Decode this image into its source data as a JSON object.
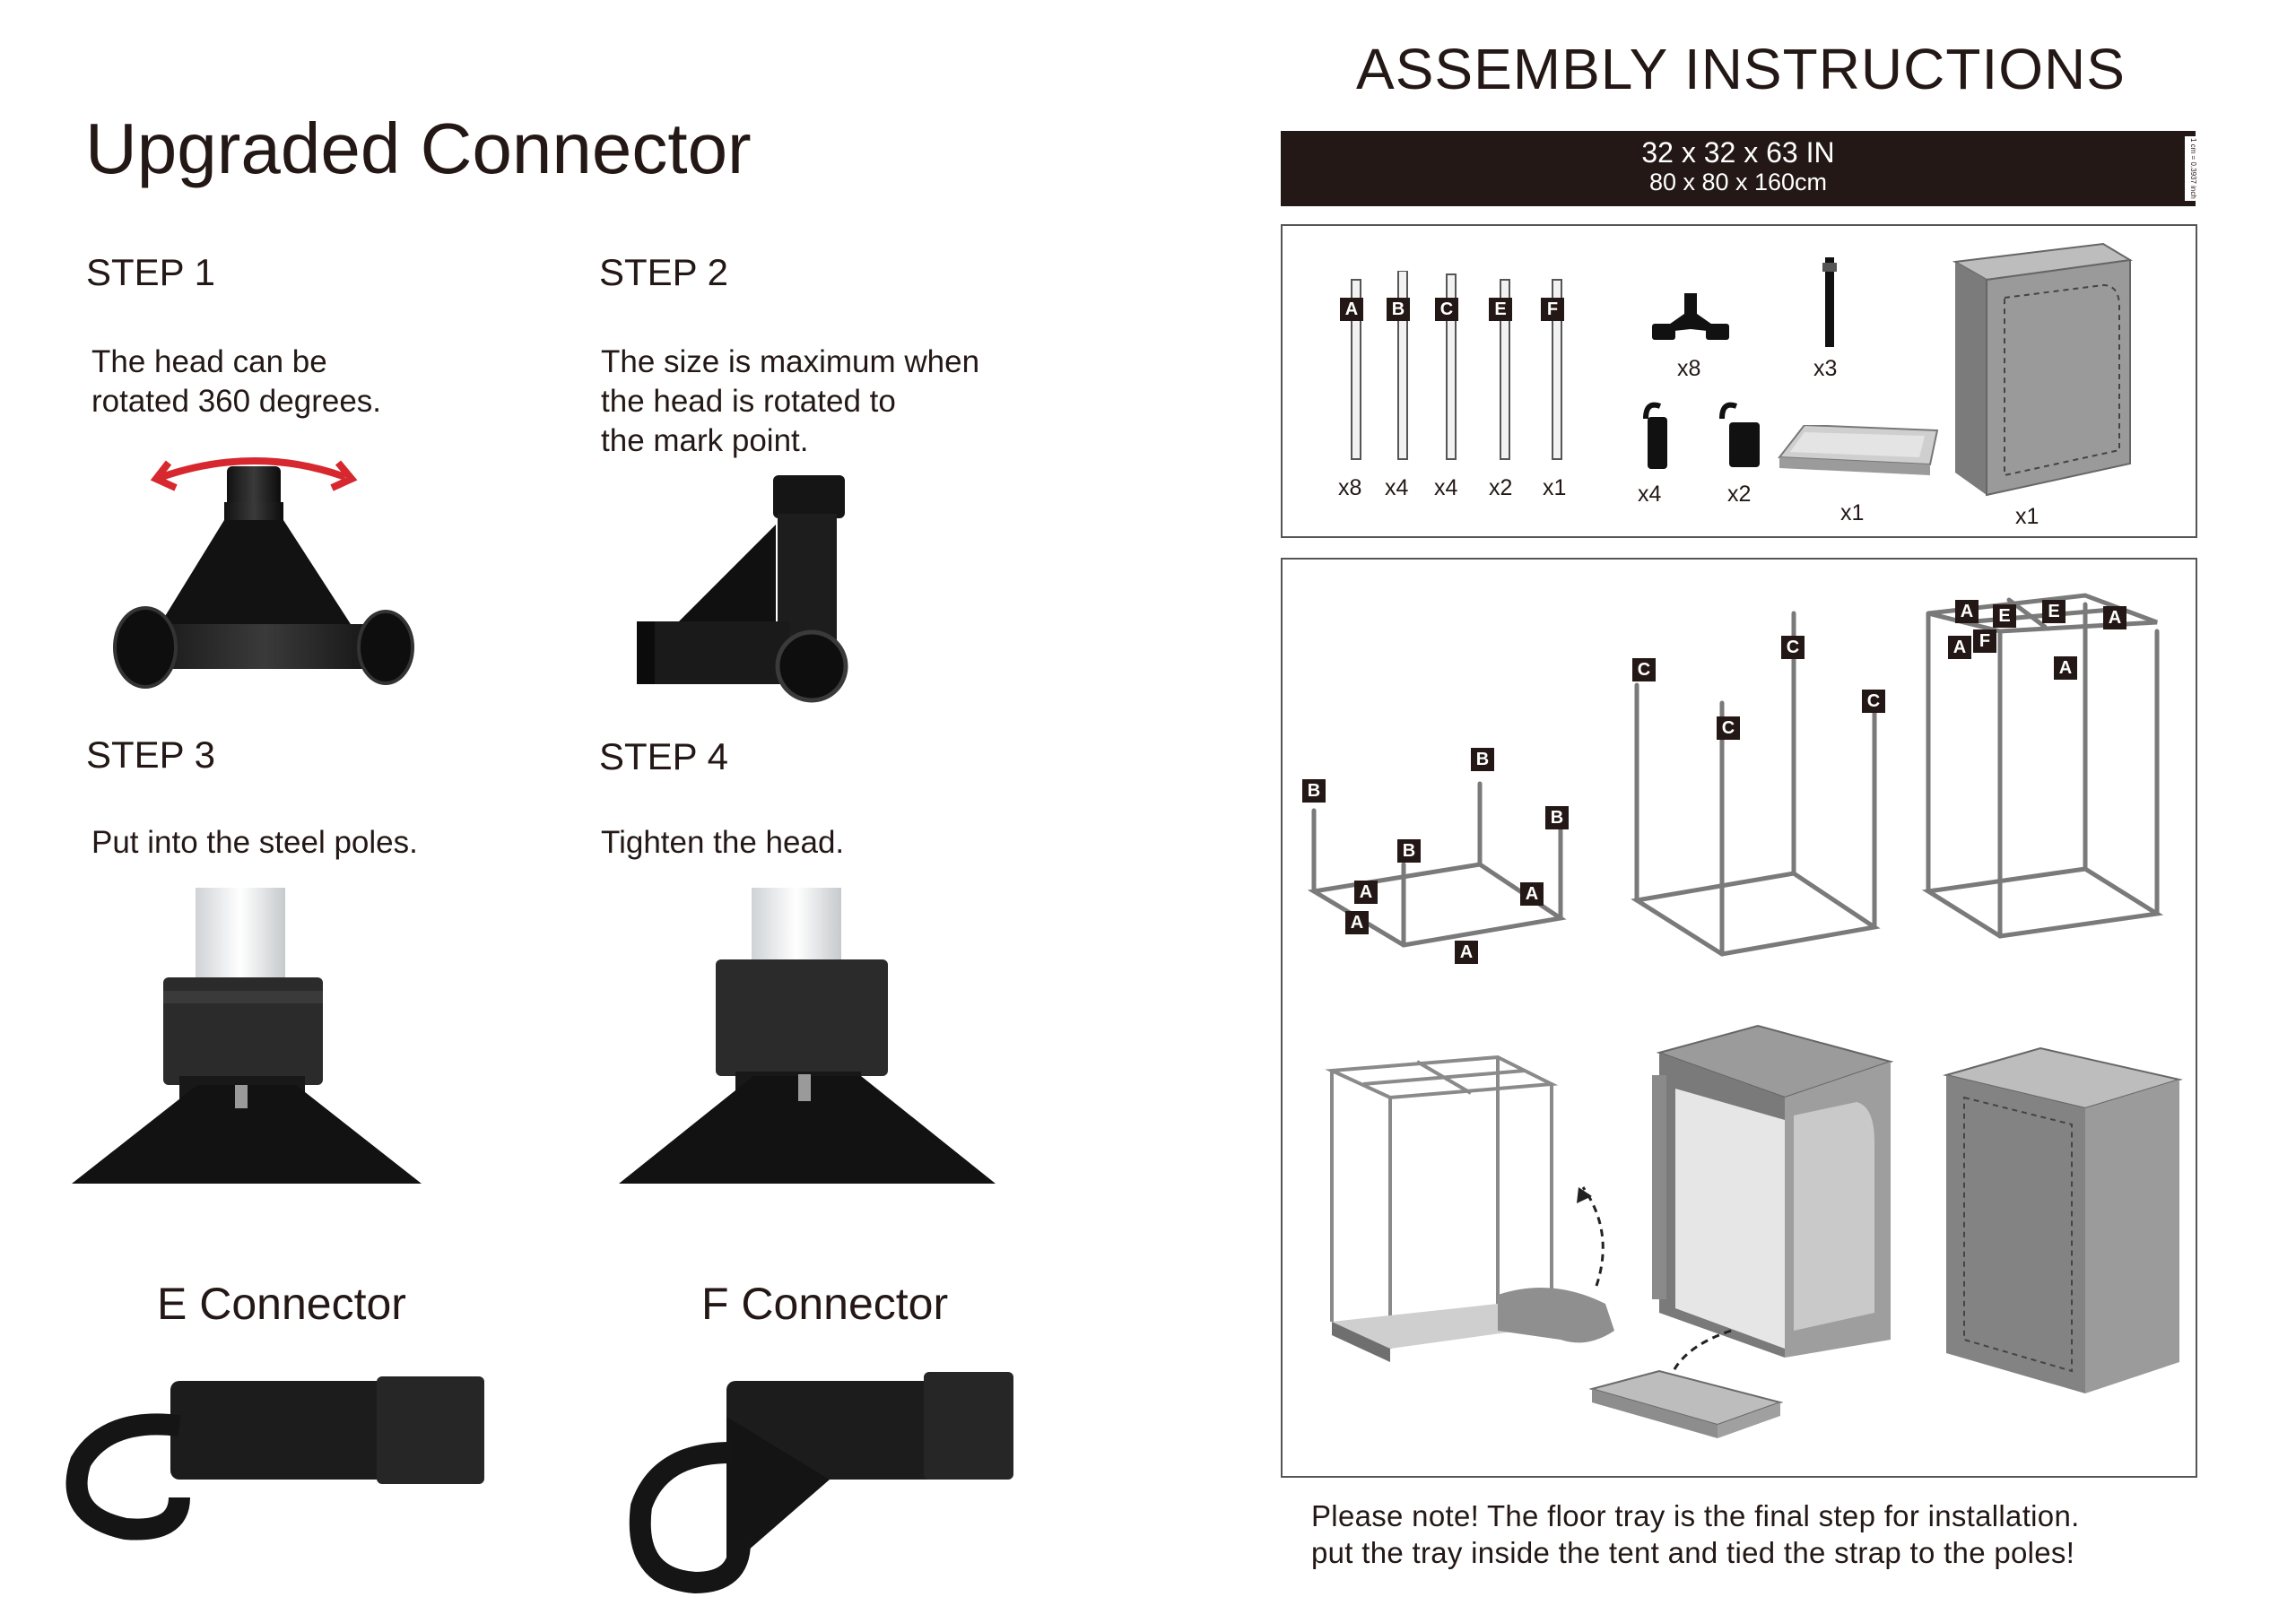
{
  "left": {
    "title": "Upgraded Connector",
    "steps": [
      {
        "label": "STEP 1",
        "text": "The head can be\nrotated 360 degrees."
      },
      {
        "label": "STEP 2",
        "text": "The size is maximum when\nthe head is rotated to\nthe mark point."
      },
      {
        "label": "STEP 3",
        "text": "Put into the steel poles."
      },
      {
        "label": "STEP 4",
        "text": "Tighten the head."
      }
    ],
    "connectors": [
      {
        "label": "E Connector"
      },
      {
        "label": "F Connector"
      }
    ]
  },
  "right": {
    "title": "ASSEMBLY INSTRUCTIONS",
    "size_in": "32 x 32 x 63 IN",
    "size_cm": "80 x 80 x 160cm",
    "side_note": "1 cm = 0.3937 inch",
    "parts": {
      "poles": [
        {
          "tag": "A",
          "count": "x8"
        },
        {
          "tag": "B",
          "count": "x4"
        },
        {
          "tag": "C",
          "count": "x4"
        },
        {
          "tag": "E",
          "count": "x2"
        },
        {
          "tag": "F",
          "count": "x1"
        }
      ],
      "corner_connector_count": "x8",
      "strap_count": "x3",
      "hook_e_count": "x4",
      "hook_f_count": "x2",
      "tray_count": "x1",
      "tent_count": "x1"
    },
    "diagram_tags": [
      "A",
      "B",
      "C",
      "E",
      "F"
    ],
    "note": "Please note! The floor tray is the final step for installation.\nput the tray inside the tent and tied the strap to the poles!"
  },
  "colors": {
    "ink": "#231815",
    "accent_red": "#d7282f",
    "tent_gray": "#8c8c8c"
  }
}
